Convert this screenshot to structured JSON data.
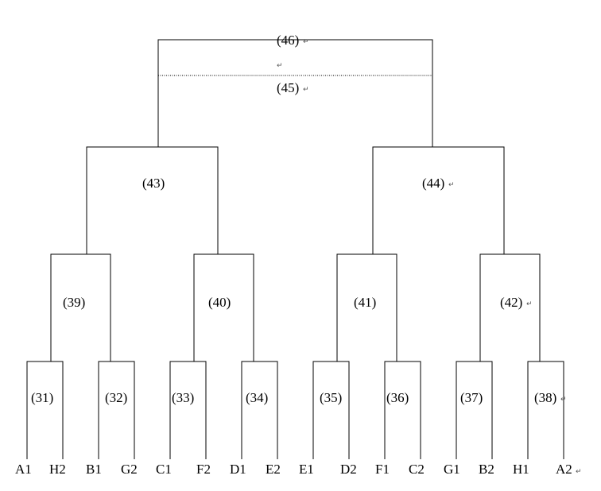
{
  "diagram": {
    "nodes": {
      "n31": "(31)",
      "n32": "(32)",
      "n33": "(33)",
      "n34": "(34)",
      "n35": "(35)",
      "n36": "(36)",
      "n37": "(37)",
      "n38": "(38)",
      "n39": "(39)",
      "n40": "(40)",
      "n41": "(41)",
      "n42": "(42)",
      "n43": "(43)",
      "n44": "(44)",
      "n45": "(45)",
      "n46": "(46)"
    },
    "leaves": [
      "A1",
      "H2",
      "B1",
      "G2",
      "C1",
      "F2",
      "D1",
      "E2",
      "E1",
      "D2",
      "F1",
      "C2",
      "G1",
      "B2",
      "H1",
      "A2"
    ],
    "return_mark": "↵"
  }
}
